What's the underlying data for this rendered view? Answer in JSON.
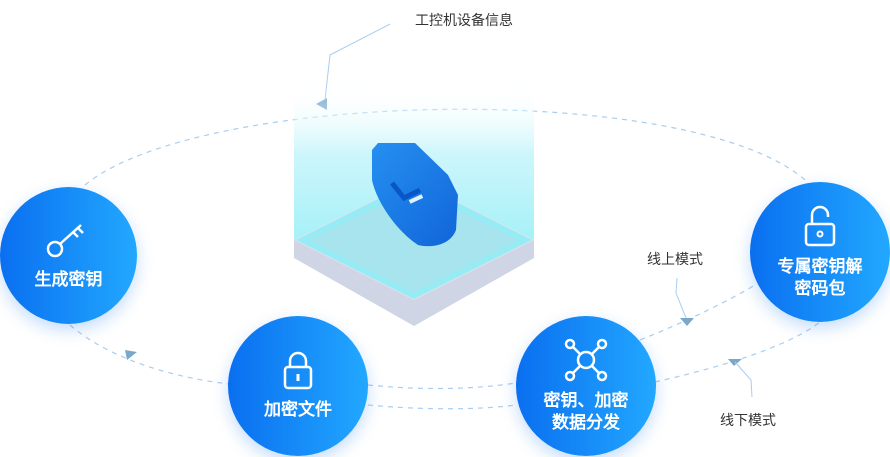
{
  "top_label": "工控机设备信息",
  "nodes": {
    "generate": {
      "label": "生成密钥",
      "icon": "key-icon"
    },
    "encrypt": {
      "label": "加密文件",
      "icon": "lock-icon"
    },
    "distribute": {
      "label_line1": "密钥、加密",
      "label_line2": "数据分发",
      "icon": "network-icon"
    },
    "decrypt": {
      "label_line1": "专属密钥解",
      "label_line2": "密码包",
      "icon": "unlock-icon"
    }
  },
  "online_mode": "线上模式",
  "offline_mode": "线下模式",
  "colors": {
    "node_start": "#0a6ff0",
    "node_end": "#22a8ff",
    "dash": "#a9cdf0",
    "arrow": "#7aa8cc"
  }
}
